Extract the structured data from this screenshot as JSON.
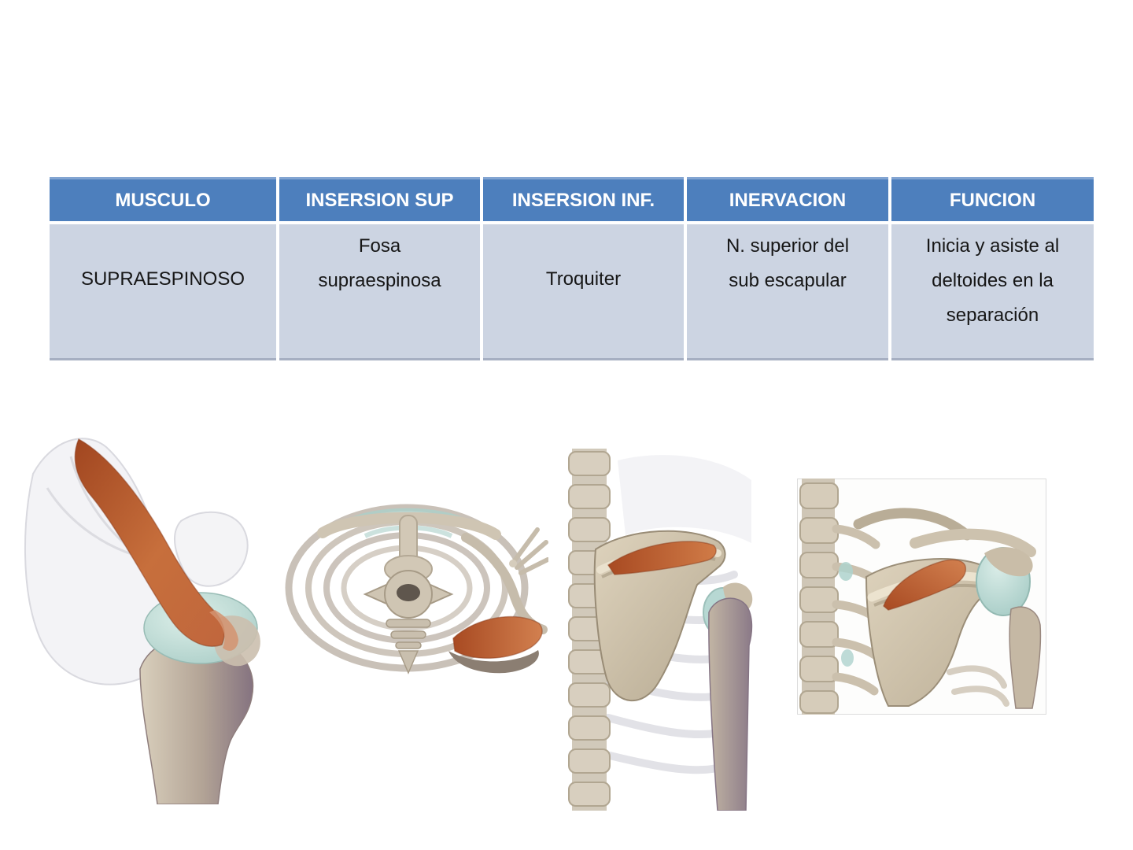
{
  "table": {
    "headers": [
      "MUSCULO",
      "INSERSION SUP",
      "INSERSION INF.",
      "INERVACION",
      "FUNCION"
    ],
    "row": {
      "musculo": "SUPRAESPINOSO",
      "insersion_sup": "Fosa\nsupraespinosa",
      "insersion_inf": "Troquiter",
      "inervacion": "N. superior del\nsub escapular",
      "funcion": "Inicia y asiste al\ndeltoides en la\nseparación"
    }
  },
  "colors": {
    "header_bg": "#4d7fbd",
    "header_text": "#ffffff",
    "row_bg": "#ccd4e2",
    "muscle_orange": "#c05a2c",
    "cartilage_teal": "#bcdad5",
    "bone_tan": "#d8cebb"
  },
  "images": [
    {
      "label": "lateral view of shoulder joint with supraspinatus muscle highlighted in orange"
    },
    {
      "label": "superior view of thorax and scapula with supraspinatus muscle highlighted in orange"
    },
    {
      "label": "posterior view of trunk and shoulder with supraspinatus muscle highlighted in orange"
    },
    {
      "label": "posterior close-up of shoulder with supraspinatus muscle highlighted in orange"
    }
  ]
}
